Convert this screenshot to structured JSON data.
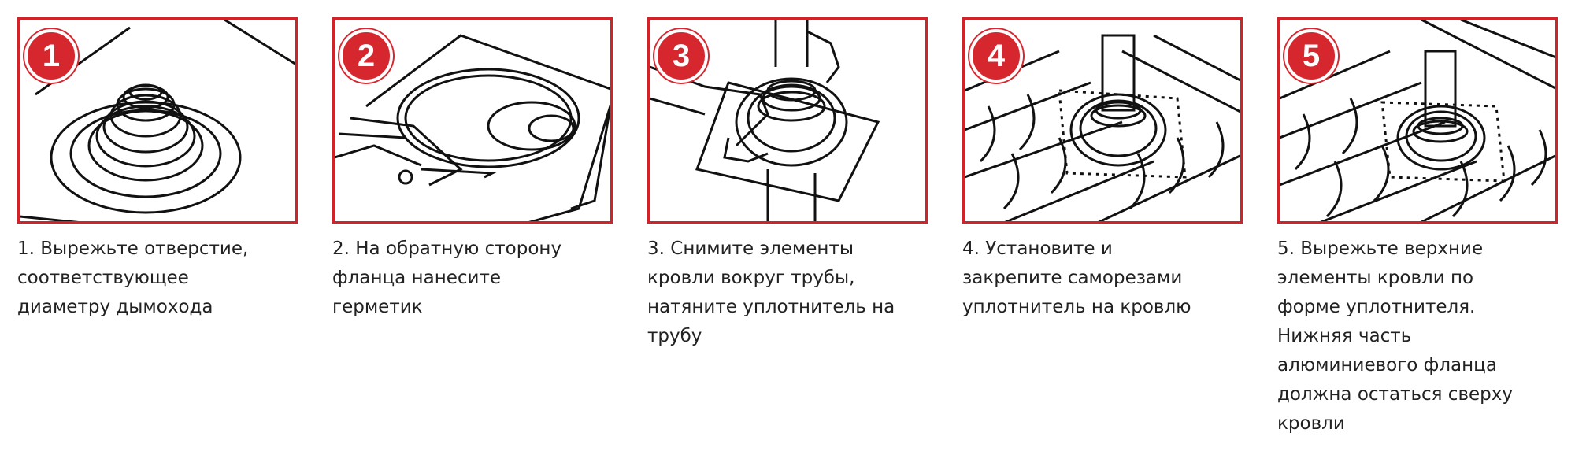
{
  "accent_color": "#d6262e",
  "steps": [
    {
      "number": "1",
      "text": "1. Вырежьте отверстие,\nсоответствующее\nдиаметру дымохода"
    },
    {
      "number": "2",
      "text": "2. На обратную сторону\nфланца нанесите\nгерметик"
    },
    {
      "number": "3",
      "text": "3. Снимите элементы\nкровли вокруг трубы,\nнатяните уплотнитель на\nтрубу"
    },
    {
      "number": "4",
      "text": "4. Установите и\nзакрепите саморезами\nуплотнитель на кровлю"
    },
    {
      "number": "5",
      "text": "5. Вырежьте верхние\nэлементы кровли по\nформе уплотнителя.\nНижняя часть\nалюминиевого фланца\nдолжна остаться сверху\nкровли"
    }
  ],
  "illustrations": [
    "flashing-cone-icon",
    "applying-sealant-icon",
    "fitting-flashing-icon",
    "screwing-flashing-icon",
    "cutting-roof-tiles-icon"
  ]
}
